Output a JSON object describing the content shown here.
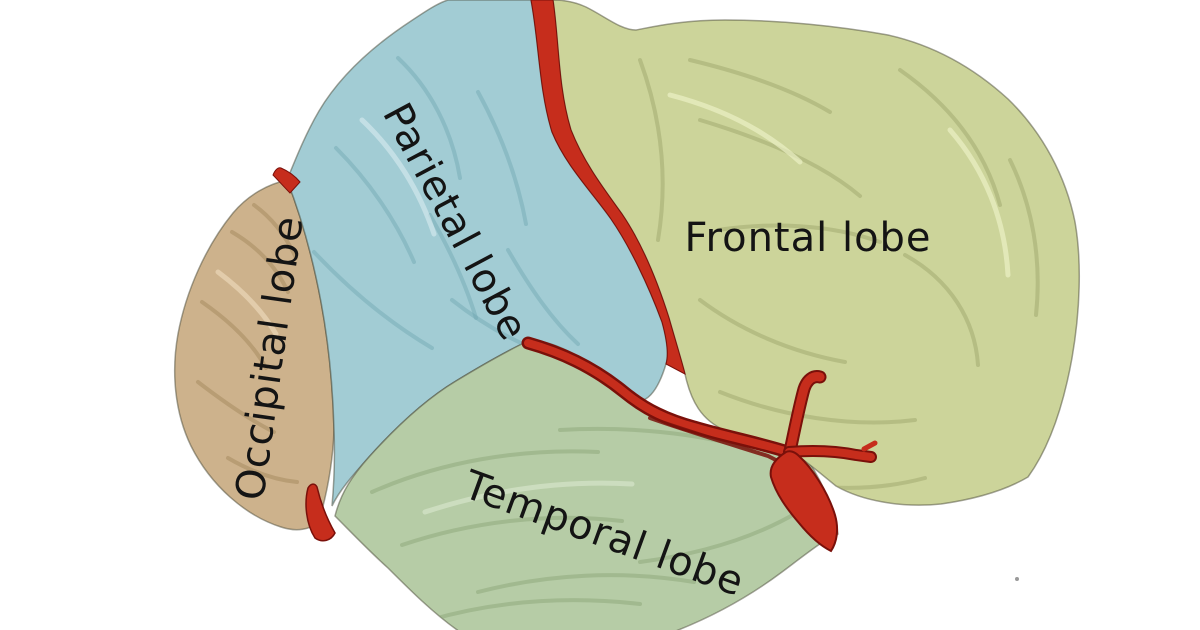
{
  "page": {
    "background": "#ffffff"
  },
  "diagram": {
    "subject": "Human brain, lateral view, lobes color-coded",
    "regions": [
      {
        "id": "frontal-lobe",
        "label": "Frontal lobe",
        "color": "#ccd49a"
      },
      {
        "id": "parietal-lobe",
        "label": "Parietal lobe",
        "color": "#a2ccd4"
      },
      {
        "id": "occipital-lobe",
        "label": "Occipital lobe",
        "color": "#cdb28c"
      },
      {
        "id": "temporal-lobe",
        "label": "Temporal lobe",
        "color": "#b6cca6"
      }
    ],
    "sulcus_color": "#c62d1c",
    "sulcus_shadow_color": "#7a100a",
    "label_color": "#141414"
  }
}
